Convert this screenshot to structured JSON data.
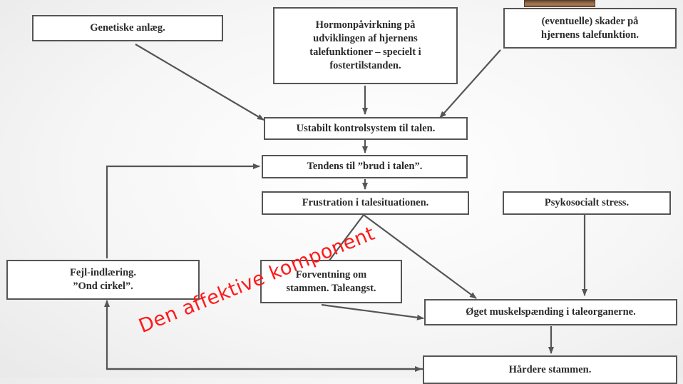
{
  "boxes": {
    "genetic": "Genetiske anlæg.",
    "hormone": "Hormonpåvirkning på\nudviklingen af hjernens\ntalefunktioner – specielt i\nfostertilstanden.",
    "damage": "(eventuelle)  skader på\nhjernens talefunktion.",
    "unstable": "Ustabilt kontrolsystem til talen.",
    "tendency": "Tendens til ”brud i talen”.",
    "frustration": "Frustration i talesituationen.",
    "psychosocial": "Psykosocialt stress.",
    "mislearning": "Fejl-indlæring.\n”Ond cirkel”.",
    "expectation": "Forventning om\nstammen. Taleangst.",
    "tension": "Øget muskelspænding i taleorganerne.",
    "harder": "Hårdere stammen."
  },
  "overlay_text": "Den affektive komponent",
  "colors": {
    "overlay": "#ff1a1a",
    "arrow": "#555555",
    "border": "#555555"
  }
}
